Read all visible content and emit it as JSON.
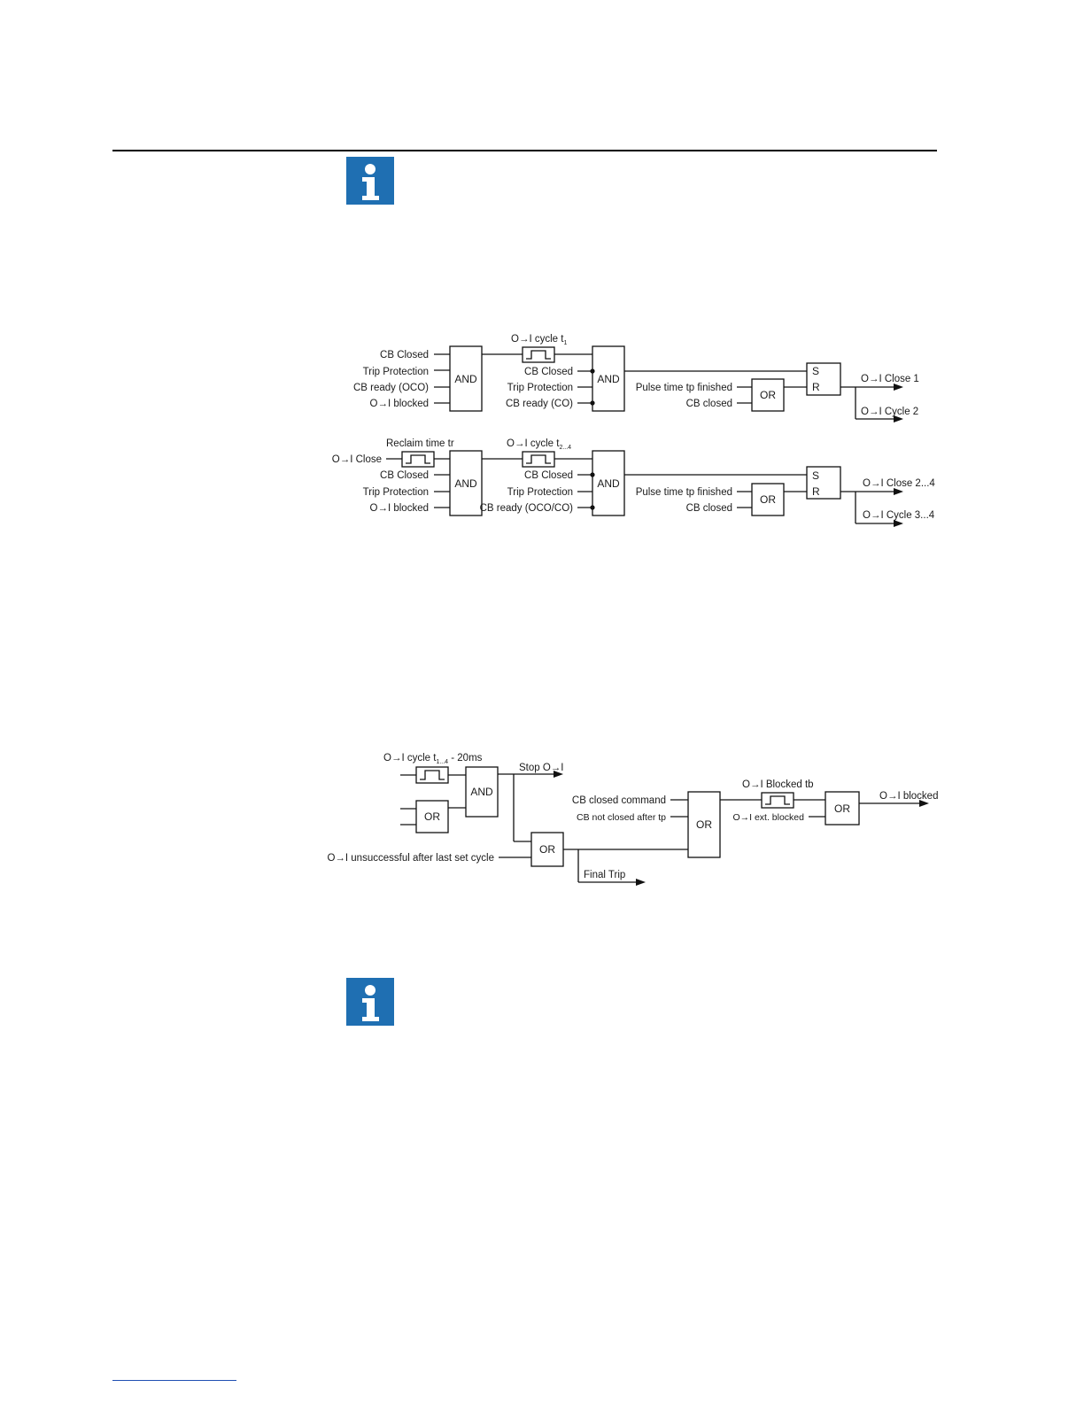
{
  "colors": {
    "icon_blue": "#1f6fb2",
    "line": "#111111"
  },
  "icons": [
    "info-icon",
    "info-icon"
  ],
  "diagram1": {
    "row1": {
      "inputs": [
        "CB Closed",
        "Trip Protection",
        "CB ready (OCO)",
        "O→I blocked"
      ],
      "gate1": "AND",
      "timer_label": "O→I cycle t",
      "timer_sub": "1",
      "inputs2": [
        "CB Closed",
        "Trip Protection",
        "CB ready (CO)"
      ],
      "gate2": "AND",
      "or_inputs": [
        "Pulse time tp finished",
        "CB closed"
      ],
      "or_gate": "OR",
      "sr_s": "S",
      "sr_r": "R",
      "outputs": [
        "O→I Close 1",
        "O→I Cycle 2"
      ]
    },
    "row2": {
      "reclaim_label": "Reclaim time tr",
      "reclaim_input": "O→I Close",
      "inputs": [
        "CB Closed",
        "Trip Protection",
        "O→I blocked"
      ],
      "gate1": "AND",
      "timer_label": "O→I cycle t",
      "timer_sub": "2...4",
      "inputs2": [
        "CB Closed",
        "Trip Protection",
        "CB ready (OCO/CO)"
      ],
      "gate2": "AND",
      "or_inputs": [
        "Pulse time tp finished",
        "CB closed"
      ],
      "or_gate": "OR",
      "sr_s": "S",
      "sr_r": "R",
      "outputs": [
        "O→I Close 2...4",
        "O→I Cycle 3...4"
      ]
    }
  },
  "diagram2": {
    "timer_label": "O→I cycle t",
    "timer_sub": "1...4",
    "timer_suffix": " - 20ms",
    "and_gate": "AND",
    "or_small": "OR",
    "stop_label": "Stop O→I",
    "unsuccessful_label": "O→I unsuccessful after last set cycle",
    "or_mid": "OR",
    "final_trip": "Final Trip",
    "big_or_inputs": [
      "CB closed command",
      "CB not closed after tp"
    ],
    "big_or": "OR",
    "blocked_timer_label": "O→I Blocked tb",
    "ext_blocked": "O→I ext. blocked",
    "or_last": "OR",
    "output": "O→I blocked"
  }
}
